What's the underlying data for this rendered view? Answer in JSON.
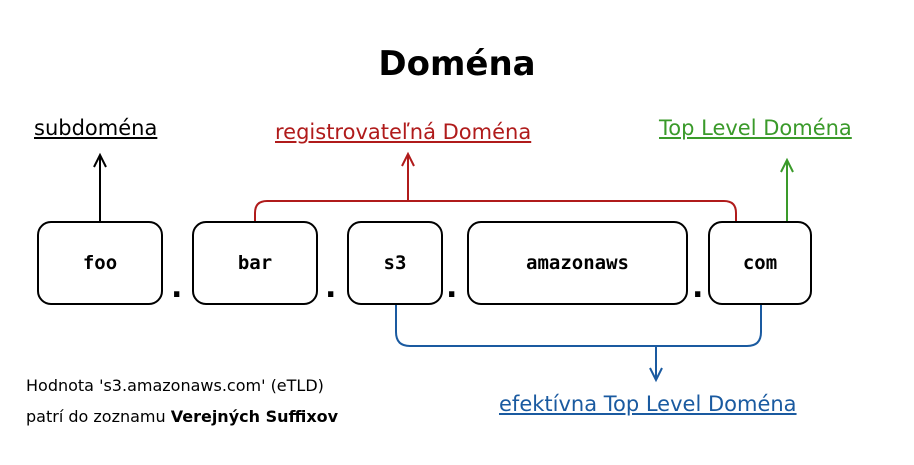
{
  "title": "Doména",
  "labels": {
    "subdomain": "subdoména",
    "registrable": "registrovateľná Doména",
    "tld": "Top Level Doména",
    "etld": "efektívna Top Level Doména"
  },
  "segments": [
    "foo",
    "bar",
    "s3",
    "amazonaws",
    "com"
  ],
  "separator": ".",
  "note": {
    "line1": "Hodnota 's3.amazonaws.com' (eTLD)",
    "line2_prefix": "patrí do zoznamu ",
    "line2_bold": "Verejných Suffixov"
  },
  "colors": {
    "subdomain": "#000000",
    "registrable": "#b01b1b",
    "tld": "#3a9a2a",
    "etld": "#1a5aa0"
  }
}
